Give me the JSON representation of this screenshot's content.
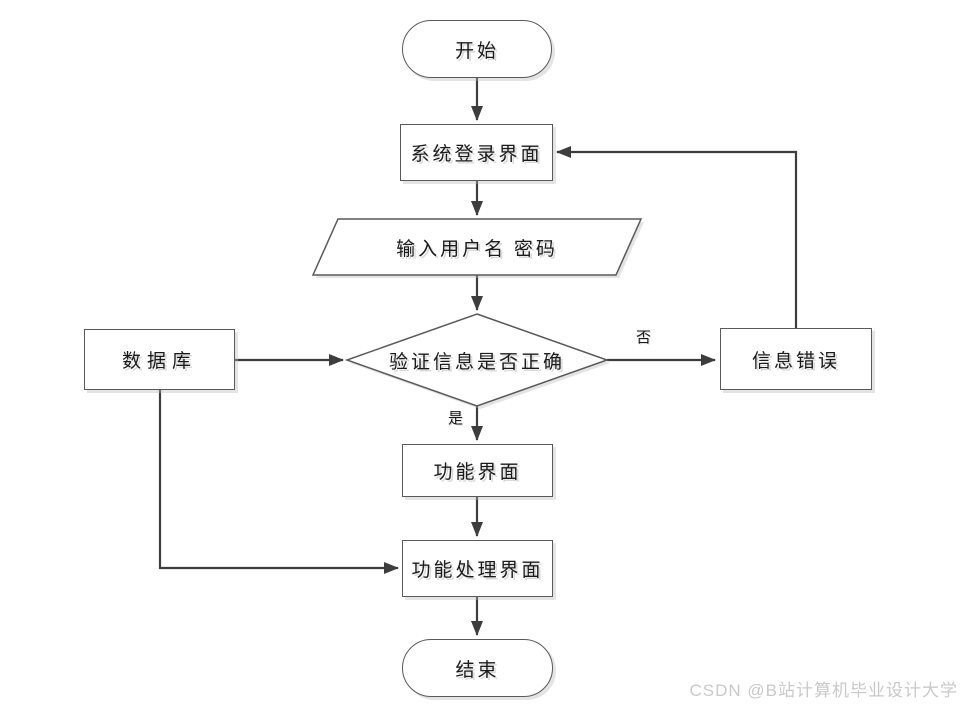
{
  "diagram": {
    "title": "login-validation-flowchart",
    "nodes": {
      "start": {
        "label": "开始",
        "shape": "terminator"
      },
      "login": {
        "label": "系统登录界面",
        "shape": "process"
      },
      "input": {
        "label": "输入用户名 密码",
        "shape": "input-output"
      },
      "decision": {
        "label": "验证信息是否正确",
        "shape": "decision"
      },
      "database": {
        "label": "数据库",
        "shape": "process"
      },
      "error": {
        "label": "信息错误",
        "shape": "process"
      },
      "function_ui": {
        "label": "功能界面",
        "shape": "process"
      },
      "process_ui": {
        "label": "功能处理界面",
        "shape": "process"
      },
      "end": {
        "label": "结束",
        "shape": "terminator"
      }
    },
    "edge_labels": {
      "yes": "是",
      "no": "否"
    },
    "edges": [
      {
        "from": "start",
        "to": "login"
      },
      {
        "from": "login",
        "to": "input"
      },
      {
        "from": "input",
        "to": "decision"
      },
      {
        "from": "decision",
        "to": "function_ui",
        "label": "是"
      },
      {
        "from": "decision",
        "to": "error",
        "label": "否"
      },
      {
        "from": "error",
        "to": "login"
      },
      {
        "from": "database",
        "to": "decision"
      },
      {
        "from": "database",
        "to": "process_ui"
      },
      {
        "from": "function_ui",
        "to": "process_ui"
      },
      {
        "from": "process_ui",
        "to": "end"
      }
    ]
  },
  "watermark": {
    "text": "CSDN @B站计算机毕业设计大学",
    "color": "#c9c9c9"
  },
  "colors": {
    "connector": "#3d3d3d",
    "shape_border": "#595959",
    "text": "#1a1a1a",
    "background": "#ffffff"
  }
}
